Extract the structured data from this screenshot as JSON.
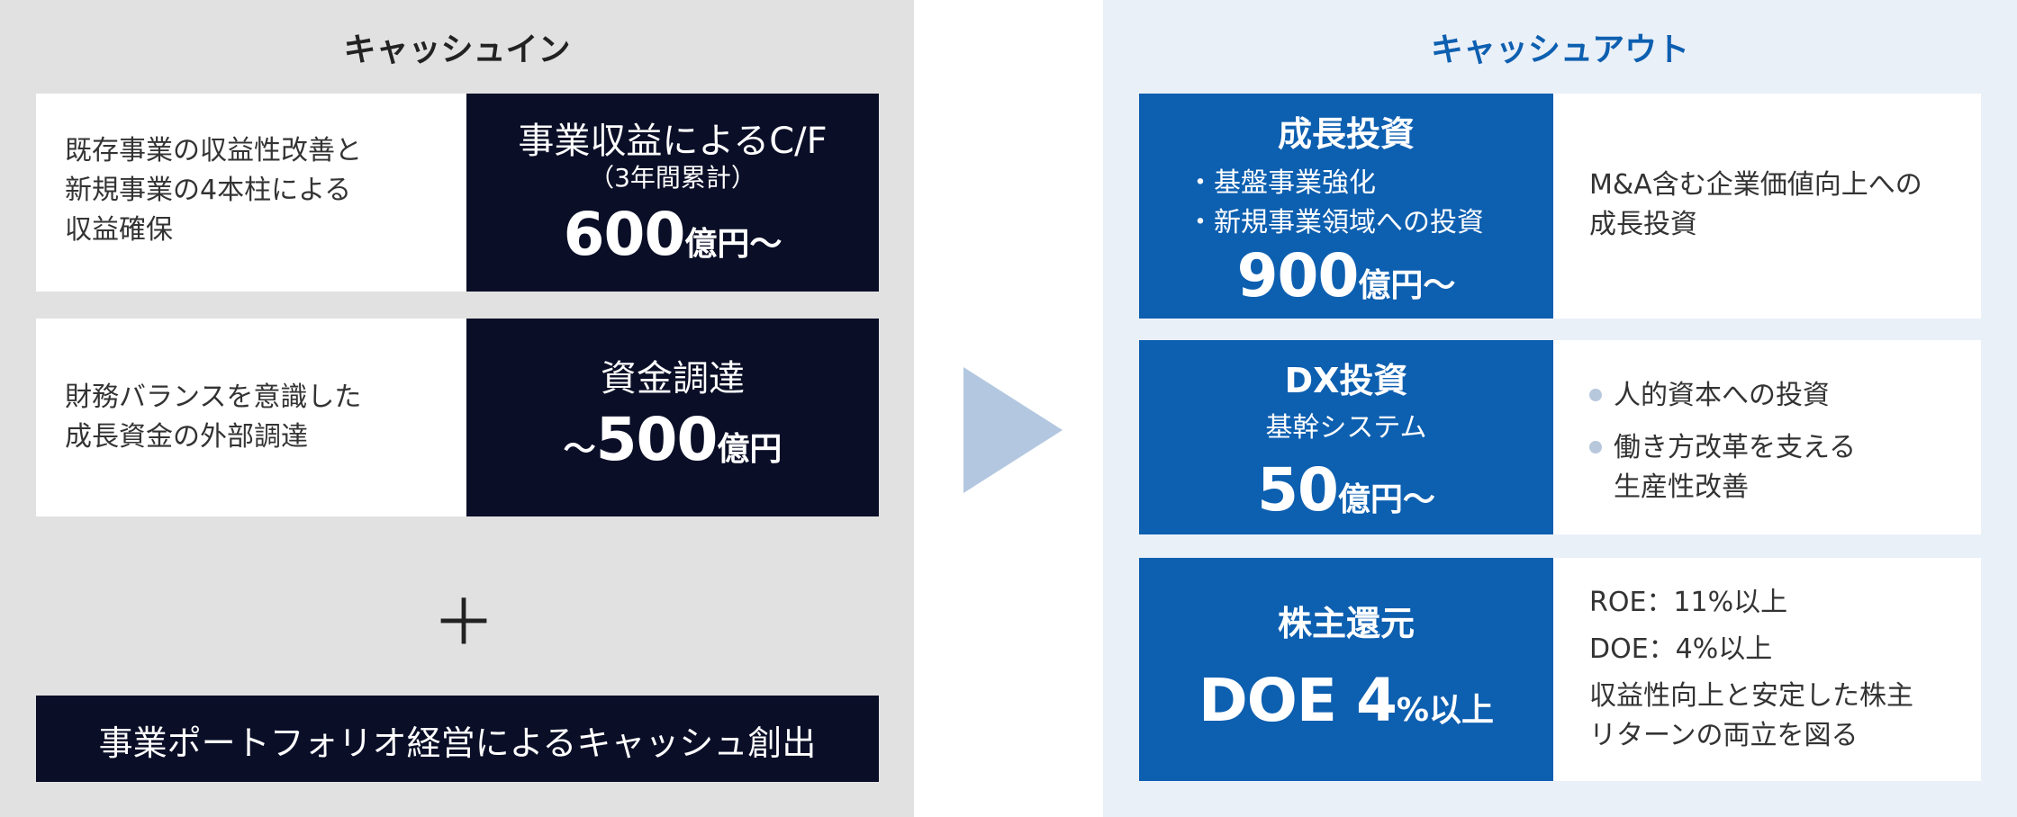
{
  "cash_in": {
    "title": "キャッシュイン",
    "row1": {
      "description": "既存事業の収益性改善と\n新規事業の4本柱による\n収益確保",
      "title": "事業収益によるC/F",
      "subtitle": "（3年間累計）",
      "amount_prefix": "",
      "amount": "600",
      "amount_unit": "億円～"
    },
    "row2": {
      "description": "財務バランスを意識した\n成長資金の外部調達",
      "title": "資金調達",
      "amount_prefix": "～",
      "amount": "500",
      "amount_unit": "億円"
    },
    "plus": "＋",
    "bottom": "事業ポートフォリオ経営によるキャッシュ創出"
  },
  "cash_out": {
    "title": "キャッシュアウト",
    "row1": {
      "title": "成長投資",
      "bullet1": "・基盤事業強化",
      "bullet2": "・新規事業領域への投資",
      "amount": "900",
      "amount_unit": "億円～",
      "description": "M&A含む企業価値向上への\n成長投資"
    },
    "row2": {
      "title": "DX投資",
      "subtitle": "基幹システム",
      "amount": "50",
      "amount_unit": "億円～",
      "item1": "人的資本への投資",
      "item2": "働き方改革を支える\n生産性改善"
    },
    "row3": {
      "title": "株主還元",
      "amount": "DOE 4",
      "amount_unit": "%以上",
      "line1": "ROE：11%以上",
      "line2": "DOE：4%以上",
      "line3": "収益性向上と安定した株主\nリターンの両立を図る"
    }
  },
  "colors": {
    "left_bg": "#e1e1e1",
    "right_bg": "#eaf0f8",
    "navy": "#0a0e27",
    "blue": "#0d5fb0",
    "arrow": "#b3c8e0",
    "bullet_dot": "#b8c8dc"
  },
  "icons": {
    "arrow": "right-triangle-arrow-icon",
    "plus": "plus-icon"
  }
}
